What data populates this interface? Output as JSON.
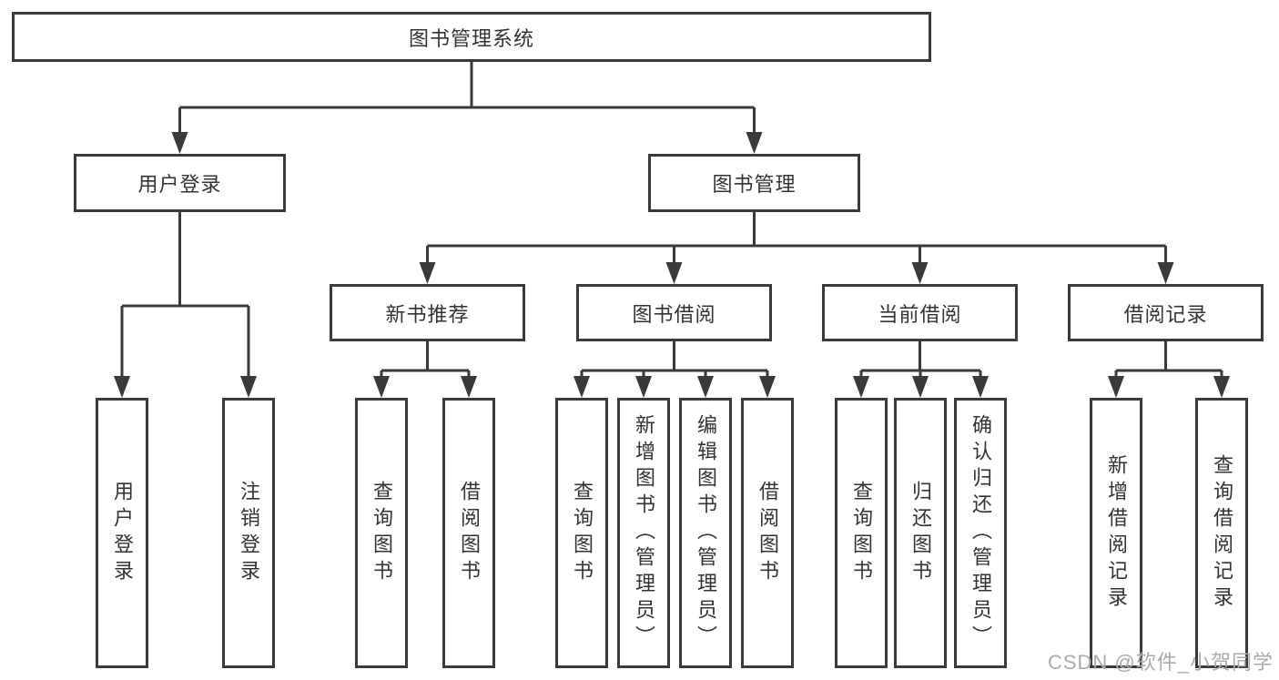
{
  "watermark": "CSDN @软件_小贺同学",
  "colors": {
    "line": "#3a3a3a",
    "text": "#333333",
    "watermark": "#ababab",
    "background": "#ffffff"
  },
  "tree": {
    "root": {
      "label": "图书管理系统"
    },
    "branches": [
      {
        "label": "用户登录",
        "children": [
          {
            "label": "用户登录"
          },
          {
            "label": "注销登录"
          }
        ]
      },
      {
        "label": "图书管理",
        "children": [
          {
            "label": "新书推荐",
            "children": [
              {
                "label": "查询图书"
              },
              {
                "label": "借阅图书"
              }
            ]
          },
          {
            "label": "图书借阅",
            "children": [
              {
                "label": "查询图书"
              },
              {
                "label": "新增图书（管理员）"
              },
              {
                "label": "编辑图书（管理员）"
              },
              {
                "label": "借阅图书"
              }
            ]
          },
          {
            "label": "当前借阅",
            "children": [
              {
                "label": "查询图书"
              },
              {
                "label": "归还图书"
              },
              {
                "label": "确认归还（管理员）"
              }
            ]
          },
          {
            "label": "借阅记录",
            "children": [
              {
                "label": "新增借阅记录"
              },
              {
                "label": "查询借阅记录"
              }
            ]
          }
        ]
      }
    ]
  }
}
